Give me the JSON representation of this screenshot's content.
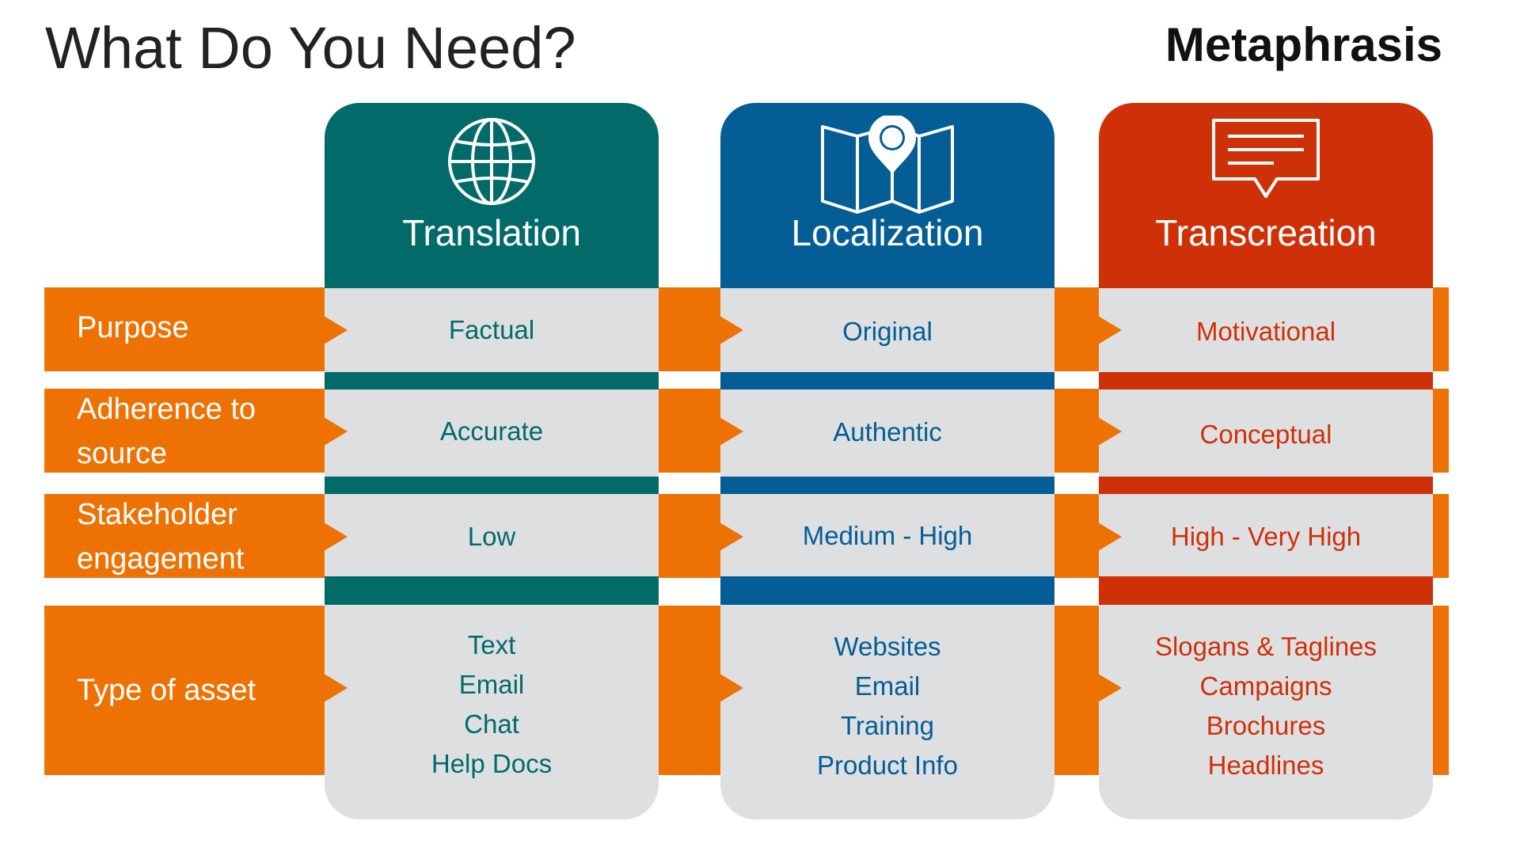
{
  "header": {
    "title": "What Do You Need?",
    "brand": "Metaphrasis"
  },
  "rows": [
    {
      "label": "Purpose"
    },
    {
      "label": "Adherence to source"
    },
    {
      "label": "Stakeholder engagement"
    },
    {
      "label": "Type of asset"
    }
  ],
  "columns": [
    {
      "name": "Translation",
      "icon": "globe-icon",
      "color": "#026B69",
      "purpose": "Factual",
      "adherence": "Accurate",
      "engagement": "Low",
      "assets": [
        "Text",
        "Email",
        "Chat",
        "Help Docs"
      ]
    },
    {
      "name": "Localization",
      "icon": "map-pin-icon",
      "color": "#045E95",
      "purpose": "Original",
      "adherence": "Authentic",
      "engagement": "Medium - High",
      "assets": [
        "Websites",
        "Email",
        "Training",
        "Product Info"
      ]
    },
    {
      "name": "Transcreation",
      "icon": "speech-bubble-icon",
      "color": "#CE3108",
      "purpose": "Motivational",
      "adherence": "Conceptual",
      "engagement": "High - Very High",
      "assets": [
        "Slogans & Taglines",
        "Campaigns",
        "Brochures",
        "Headlines"
      ]
    }
  ],
  "colors": {
    "band": "#ED7203",
    "cell_background": "#DEDFE1"
  }
}
